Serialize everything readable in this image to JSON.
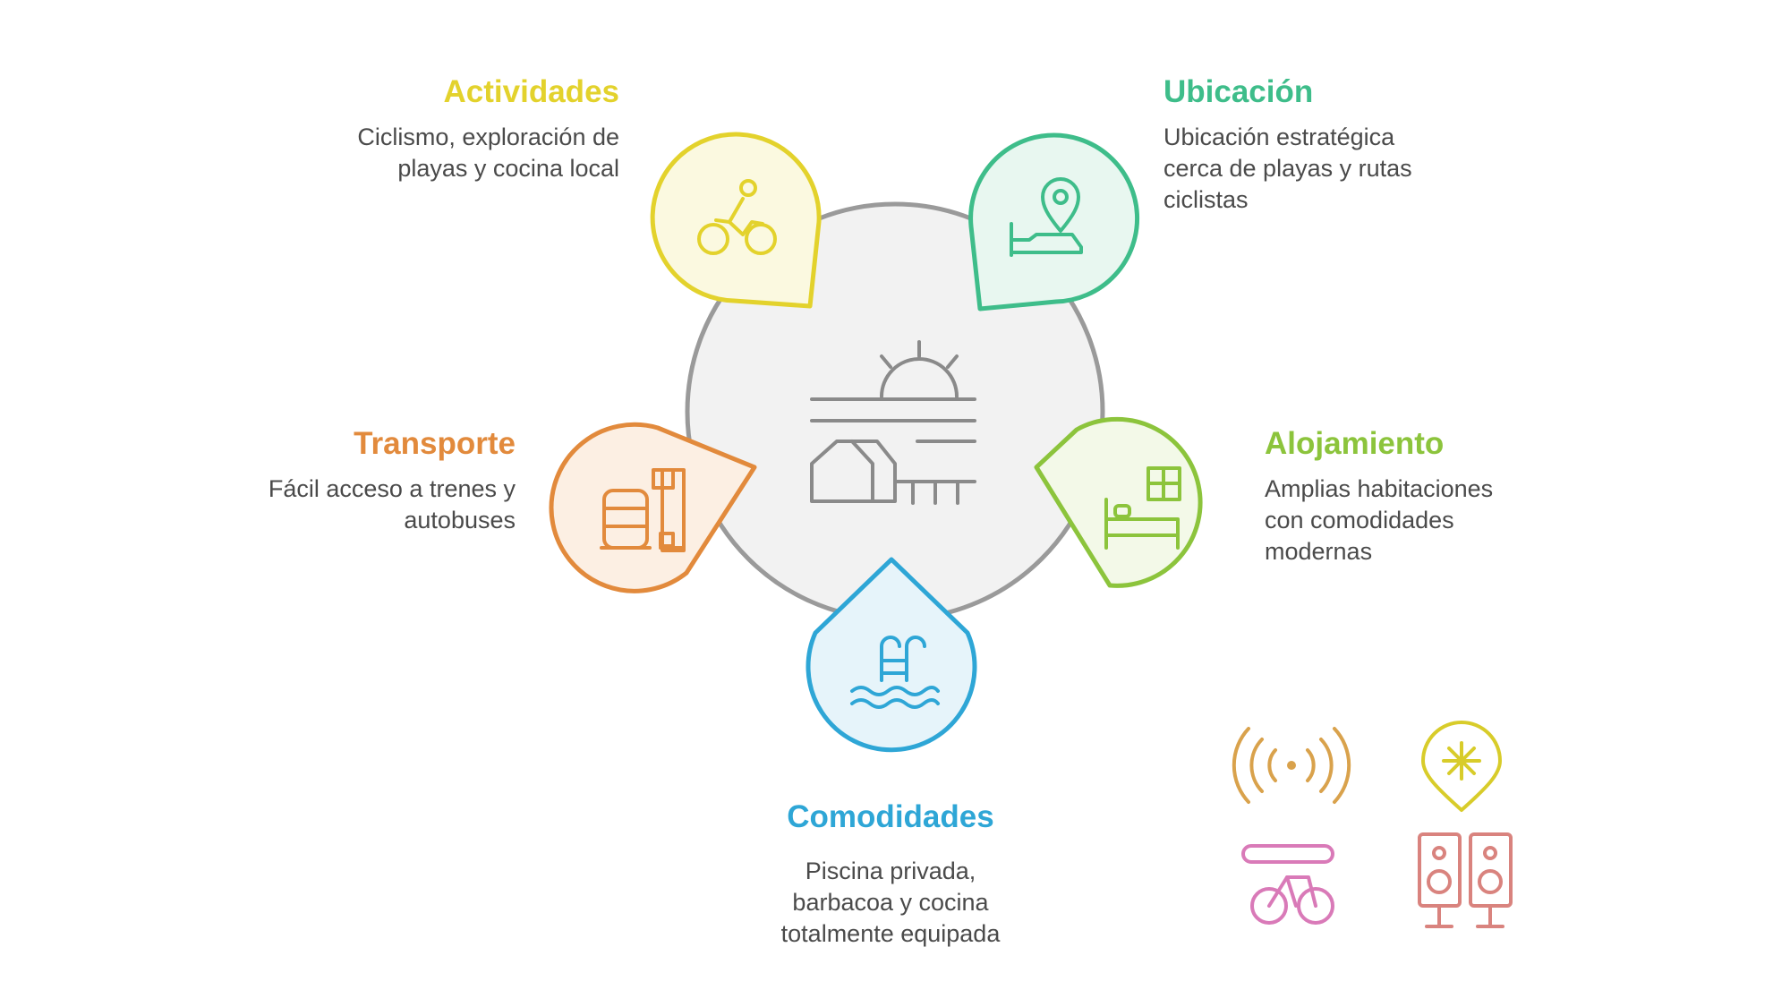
{
  "colors": {
    "actividades": "#e3d22c",
    "ubicacion": "#3ebd8a",
    "transporte": "#e28a3c",
    "alojamiento": "#8cc43c",
    "comodidades": "#2ea6d6",
    "hub": "#9a9a9a",
    "hub_fill": "#f2f2f2",
    "extra_orange": "#d9a24c",
    "extra_yellow": "#d8cc2a",
    "extra_pink": "#d97ab8",
    "extra_rose": "#d9837e"
  },
  "segments": {
    "actividades": {
      "title": "Actividades",
      "desc_lines": [
        "Ciclismo, exploración de",
        "playas y cocina local"
      ],
      "icon": "cyclist-icon"
    },
    "ubicacion": {
      "title": "Ubicación",
      "desc_lines": [
        "Ubicación estratégica",
        "cerca de playas y rutas",
        "ciclistas"
      ],
      "icon": "map-pin-bed-icon"
    },
    "transporte": {
      "title": "Transporte",
      "desc_lines": [
        "Fácil acceso a trenes y",
        "autobuses"
      ],
      "icon": "train-station-icon"
    },
    "alojamiento": {
      "title": "Alojamiento",
      "desc_lines": [
        "Amplias habitaciones",
        "con comodidades",
        "modernas"
      ],
      "icon": "bed-window-icon"
    },
    "comodidades": {
      "title": "Comodidades",
      "desc_lines": [
        "Piscina privada,",
        "barbacoa y cocina",
        "totalmente equipada"
      ],
      "icon": "pool-ladder-icon"
    }
  },
  "center_icon": "house-sunset-icon",
  "extra_icons": [
    "wifi-icon",
    "air-conditioning-icon",
    "bike-repair-icon",
    "speakers-icon"
  ]
}
